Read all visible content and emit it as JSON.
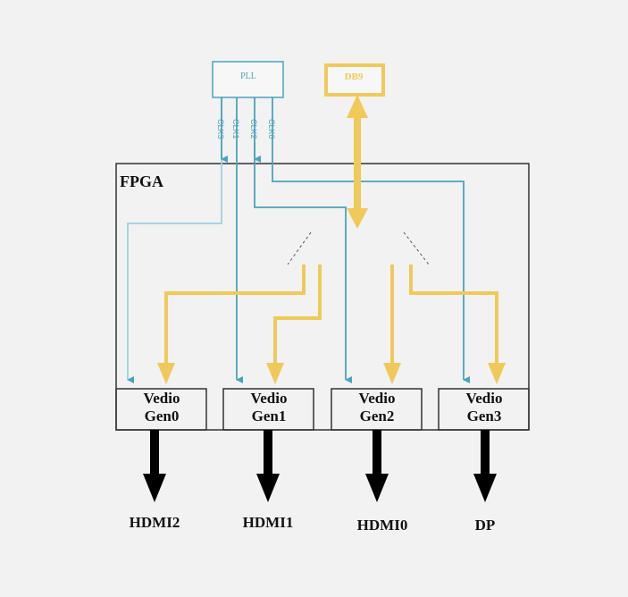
{
  "blocks": {
    "pll": "PLL",
    "db9": "DB9",
    "fpga": "FPGA"
  },
  "clocks": [
    "CLK3",
    "CLK1",
    "CLK2",
    "CLK0"
  ],
  "generators": [
    {
      "line1": "Vedio",
      "line2": "Gen0"
    },
    {
      "line1": "Vedio",
      "line2": "Gen1"
    },
    {
      "line1": "Vedio",
      "line2": "Gen2"
    },
    {
      "line1": "Vedio",
      "line2": "Gen3"
    }
  ],
  "outputs": [
    "HDMI2",
    "HDMI1",
    "HDMI0",
    "DP"
  ],
  "colors": {
    "clock_line": "#4aa3bd",
    "data_bus": "#efc95a",
    "output_arrow": "#000000",
    "block_border": "#333333"
  }
}
